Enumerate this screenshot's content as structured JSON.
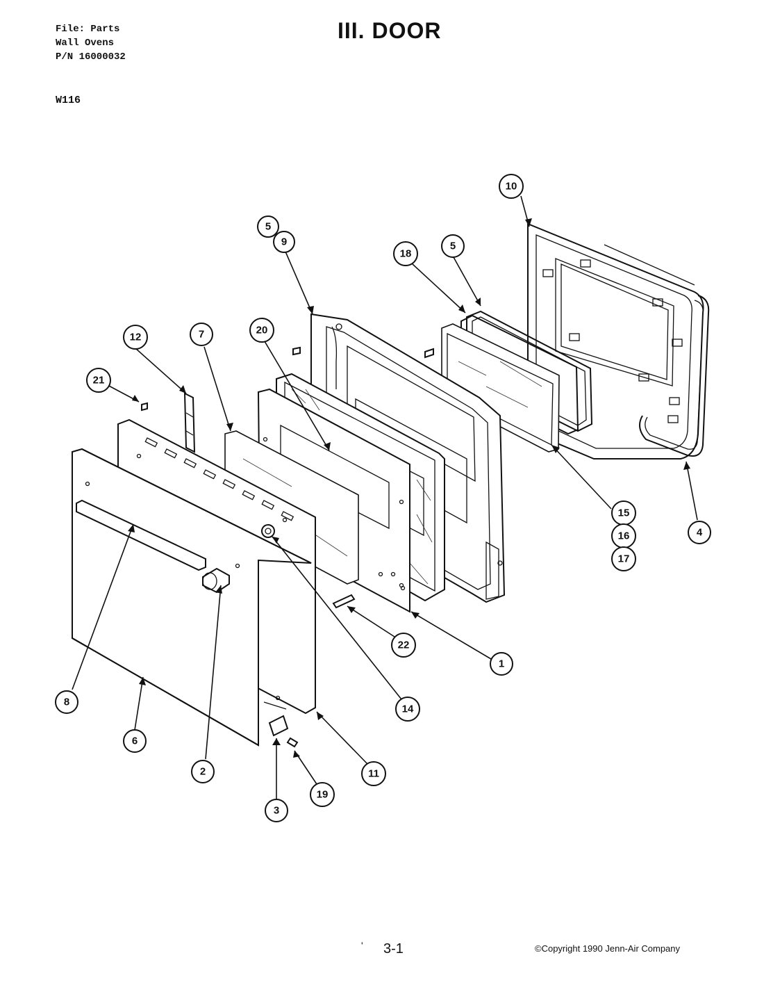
{
  "header": {
    "file_line": "File: Parts",
    "category_line": "Wall Ovens",
    "pn_line": "P/N 16000032"
  },
  "model": "W116",
  "title": "III. DOOR",
  "footer": {
    "mark": "'",
    "page_number": "3-1",
    "copyright": "©Copyright 1990 Jenn-Air Company"
  },
  "callouts": [
    "1",
    "2",
    "3",
    "4",
    "5",
    "5",
    "6",
    "7",
    "8",
    "9",
    "10",
    "11",
    "12",
    "14",
    "15",
    "16",
    "17",
    "18",
    "19",
    "20",
    "21",
    "22"
  ]
}
